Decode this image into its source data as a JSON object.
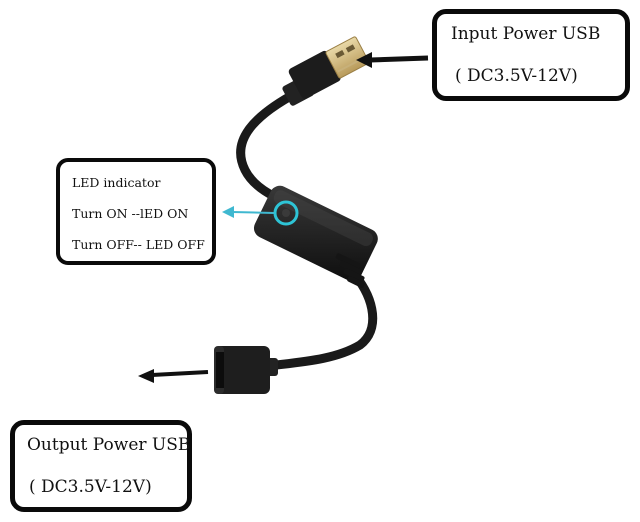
{
  "input_callout": {
    "title": "Input Power USB",
    "range": "( DC3.5V-12V)"
  },
  "output_callout": {
    "title": "Output Power USB",
    "range": "( DC3.5V-12V)"
  },
  "led_callout": {
    "line1": "LED indicator",
    "line2": "Turn ON --lED ON",
    "line3": "Turn OFF-- LED OFF"
  },
  "colors": {
    "led_ring": "#2ec4d6",
    "arrow_led": "#3fb8d0",
    "cable": "#1a1a1a",
    "frame": "#0a0a0a"
  },
  "icons": [
    "usb-a-plug-icon",
    "usb-a-socket-icon",
    "arrow-left-icon",
    "led-ring-icon"
  ]
}
